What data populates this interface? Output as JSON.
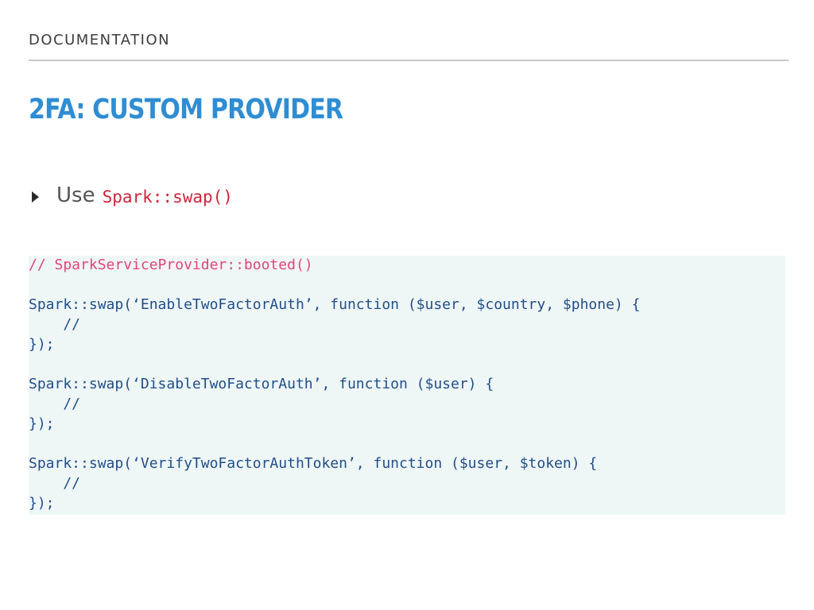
{
  "header": {
    "section": "DOCUMENTATION",
    "title": "2FA: CUSTOM PROVIDER"
  },
  "bullet": {
    "text": "Use",
    "code": "Spark::swap()"
  },
  "code": {
    "lines": [
      "// SparkServiceProvider::booted()",
      "Spark::swap(‘EnableTwoFactorAuth’, function ($user, $country, $phone) {",
      "    //",
      "});",
      "Spark::swap(‘DisableTwoFactorAuth’, function ($user) {",
      "    //",
      "});",
      "Spark::swap(‘VerifyTwoFactorAuthToken’, function ($user, $token) {",
      "    //",
      "});"
    ]
  },
  "colors": {
    "title": "#2f8dd3",
    "inline_code": "#d0243a",
    "code_text": "#1f4f8a",
    "code_comment": "#e0457b",
    "code_background": "#eff6f6"
  }
}
